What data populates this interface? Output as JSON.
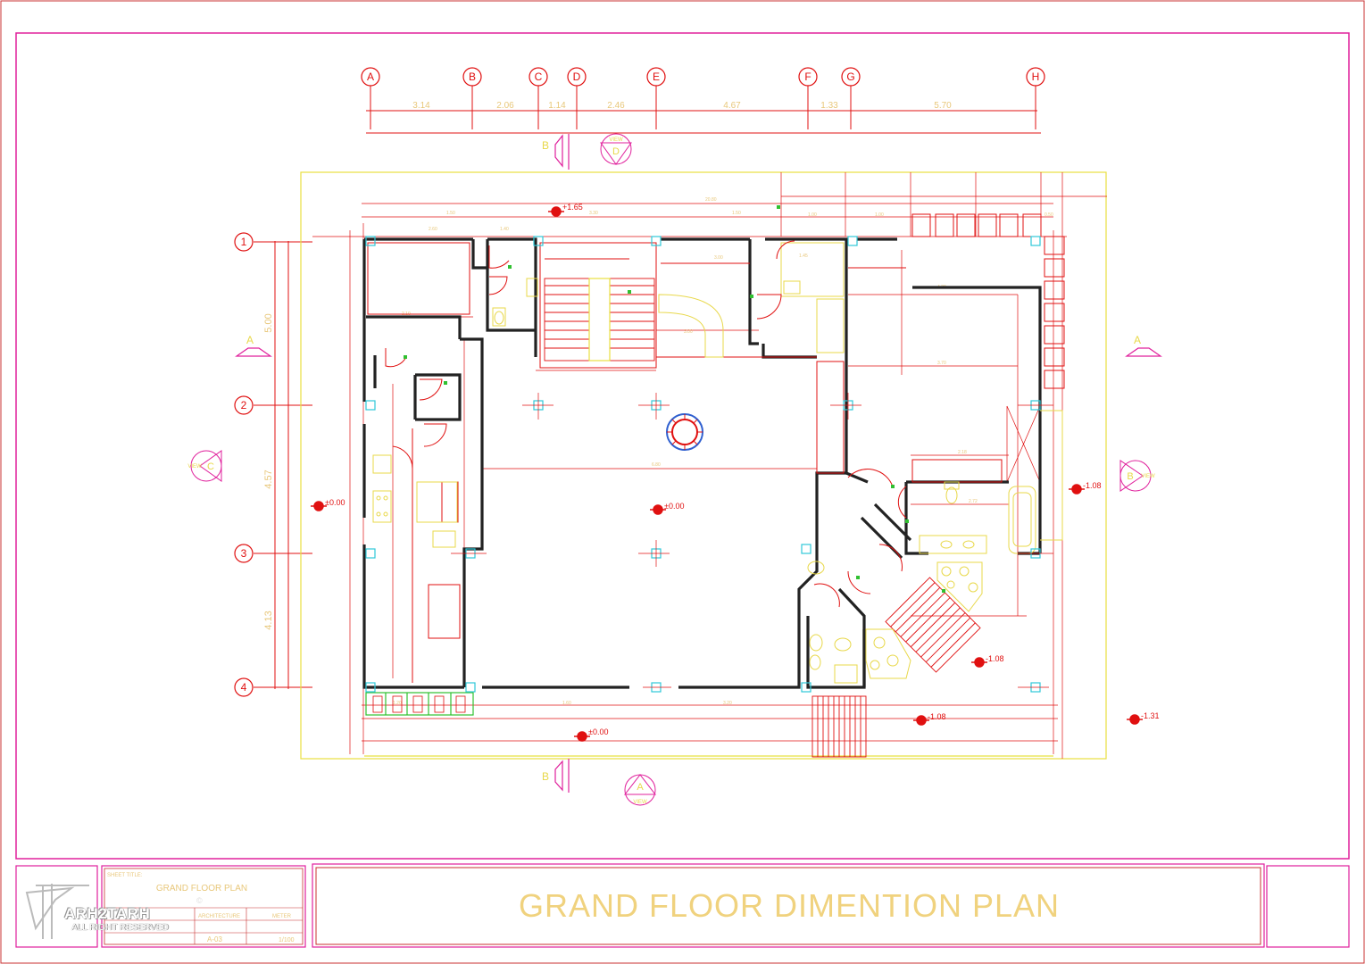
{
  "title_block": {
    "plan_title": "GRAND FLOOR DIMENTION PLAN",
    "sheet_title_label": "SHEET TITLE:",
    "sheet_title": "GRAND FLOOR PLAN",
    "discipline": "ARCHITECTURE",
    "sheet_no": "A-03",
    "scale": "1/100",
    "units": "METER"
  },
  "logo": {
    "name": "ARH2TARH",
    "copyright": "©",
    "tagline": "ALL RIGHT RESERVED"
  },
  "grid": {
    "columns": [
      "A",
      "B",
      "C",
      "D",
      "E",
      "F",
      "G",
      "H"
    ],
    "column_spacings": [
      "3.14",
      "2.06",
      "1.14",
      "2.46",
      "4.67",
      "1.33",
      "5.70"
    ],
    "rows": [
      "1",
      "2",
      "3",
      "4"
    ],
    "row_spacings": [
      "5.00",
      "4.57",
      "4.13"
    ]
  },
  "levels": [
    "+1.65",
    "±0.00",
    "±0.00",
    "±0.00",
    "-1.08",
    "-1.08",
    "-1.08",
    "-1.31"
  ],
  "section_marks": [
    "A",
    "A",
    "B",
    "B"
  ],
  "view_marks": [
    "A",
    "B",
    "C",
    "D"
  ],
  "view_label": "VIEW",
  "colors": {
    "border": "#e0209c",
    "dimension": "#e01010",
    "wall": "#1a1a1a",
    "fixture": "#e8d84a",
    "column": "#30c8d8",
    "accent": "#3060d0"
  }
}
